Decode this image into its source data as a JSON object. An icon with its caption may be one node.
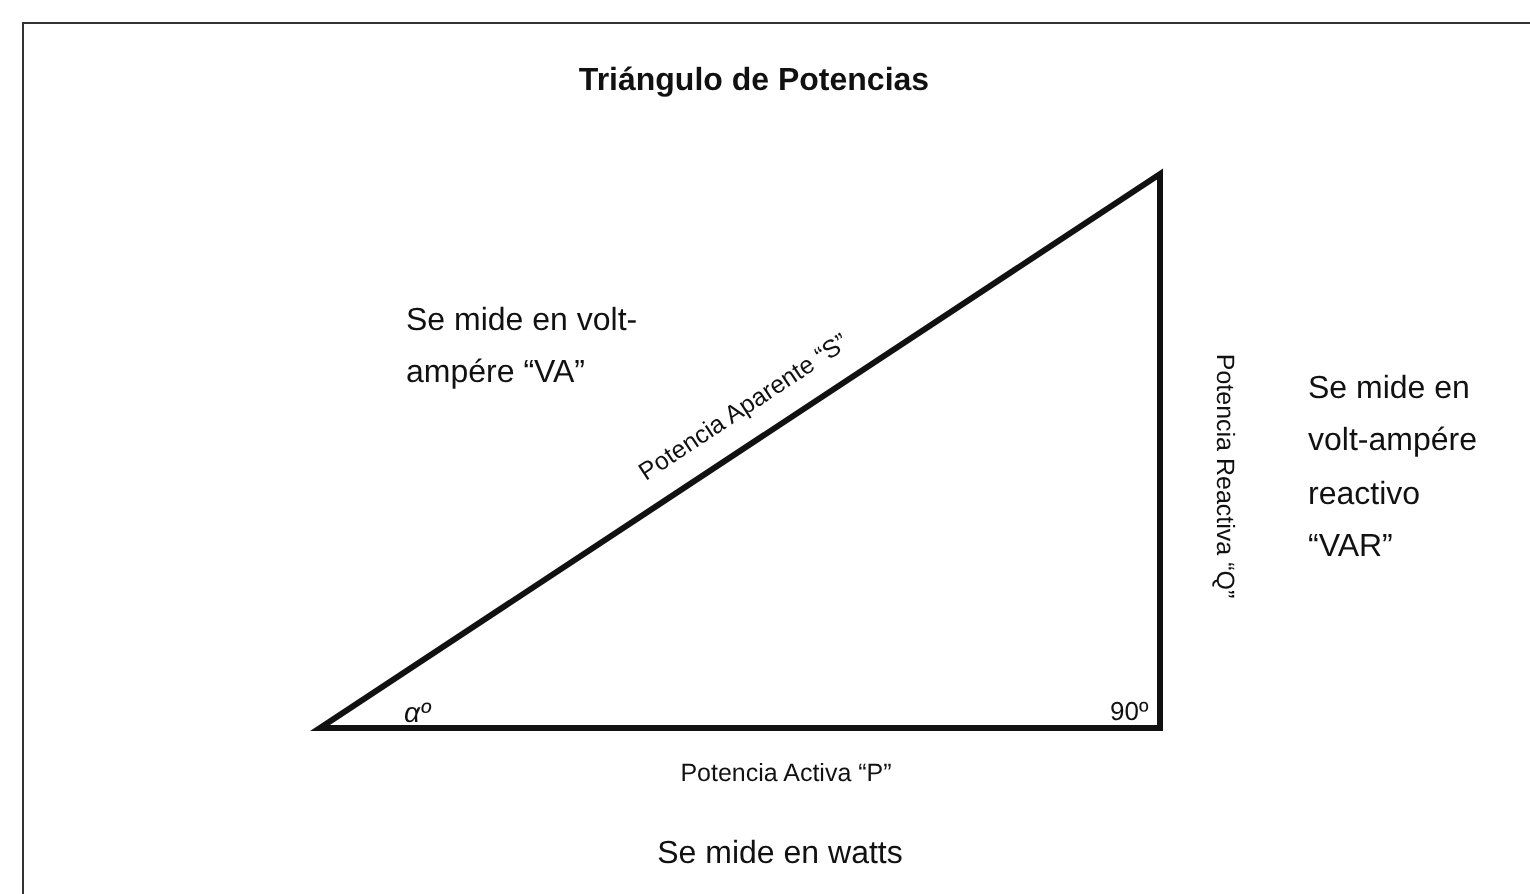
{
  "diagram": {
    "title": "Triángulo de Potencias",
    "labels": [
      "Se mide en volt-ampére “VA”",
      "Potencia Aparente “S”",
      "Potencia Reactiva “Q”",
      "Se mide en volt-ampére reactivo “VAR”",
      "αº",
      "90º",
      "Potencia Activa “P”",
      "Se mide en watts"
    ]
  }
}
